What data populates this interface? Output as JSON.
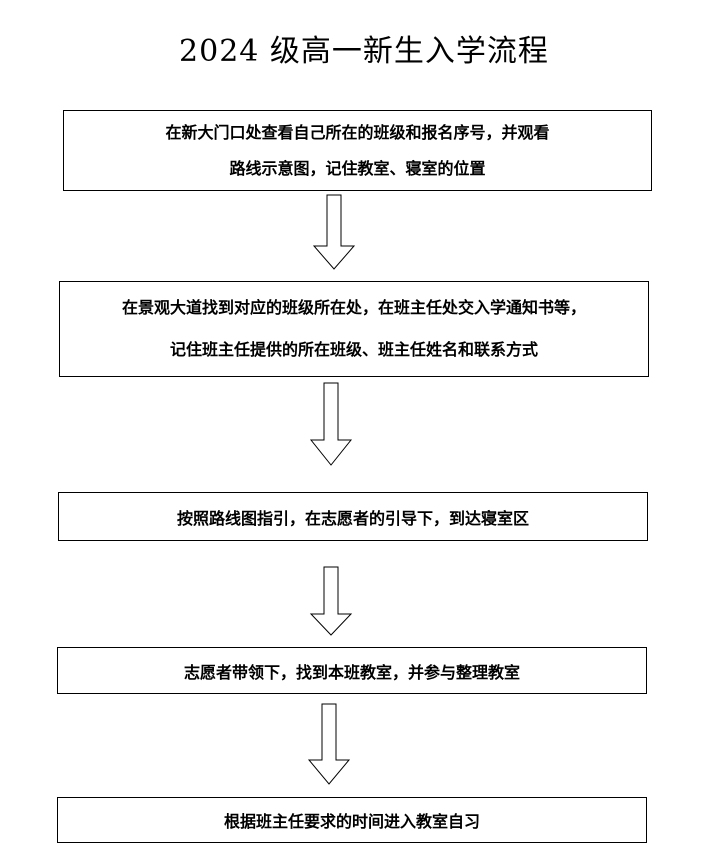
{
  "title": "2024 级高一新生入学流程",
  "steps": [
    {
      "lines": [
        "在新大门口处查看自己所在的班级和报名序号，并观看",
        "路线示意图，记住教室、寝室的位置"
      ]
    },
    {
      "lines": [
        "在景观大道找到对应的班级所在处，在班主任处交入学通知书等，",
        "记住班主任提供的所在班级、班主任姓名和联系方式"
      ]
    },
    {
      "lines": [
        "按照路线图指引，在志愿者的引导下，到达寝室区"
      ]
    },
    {
      "lines": [
        "志愿者带领下，找到本班教室，并参与整理教室"
      ]
    },
    {
      "lines": [
        "根据班主任要求的时间进入教室自习"
      ]
    }
  ],
  "arrows": [
    {
      "icon": "down-arrow-icon"
    },
    {
      "icon": "down-arrow-icon"
    },
    {
      "icon": "down-arrow-icon"
    },
    {
      "icon": "down-arrow-icon"
    }
  ]
}
